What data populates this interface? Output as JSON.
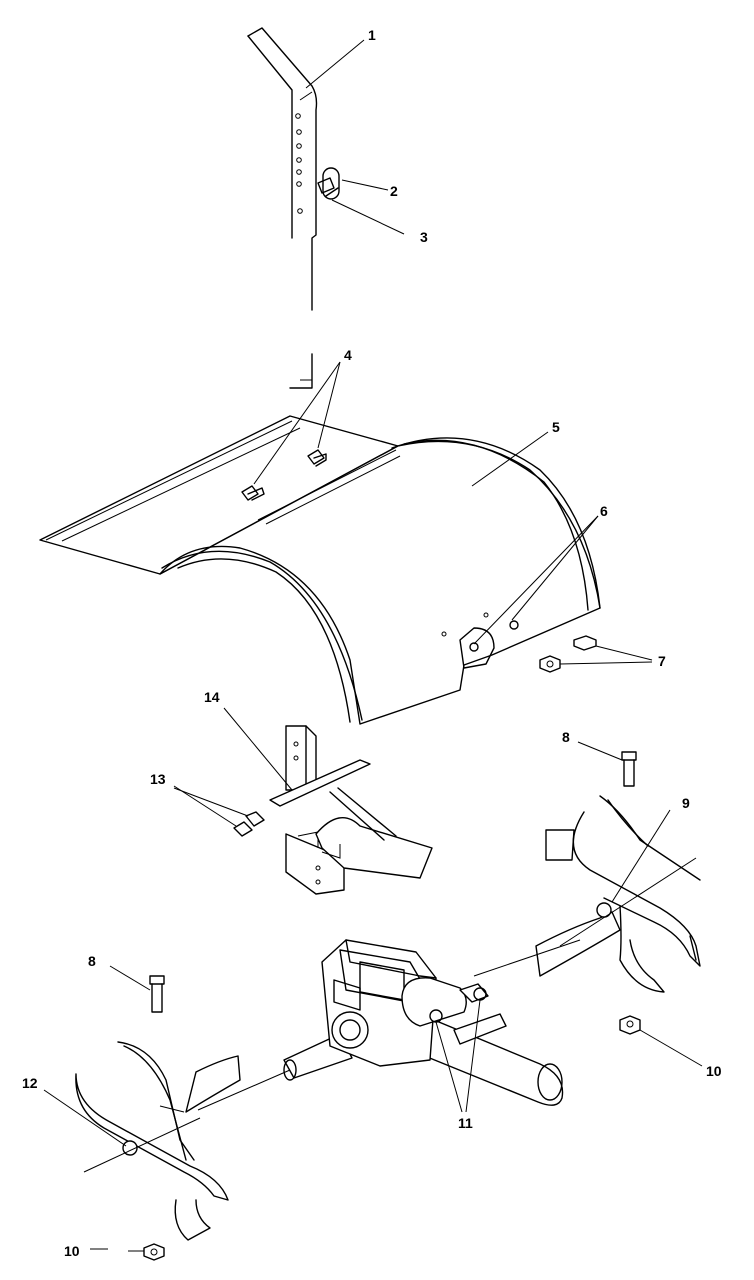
{
  "callouts": {
    "c1": "1",
    "c2": "2",
    "c3": "3",
    "c4": "4",
    "c5": "5",
    "c6": "6",
    "c7": "7",
    "c8a": "8",
    "c8b": "8",
    "c9": "9",
    "c10a": "10",
    "c10b": "10",
    "c11": "11",
    "c12": "12",
    "c13": "13",
    "c14": "14"
  },
  "colors": {
    "line": "#000000",
    "background": "#ffffff"
  }
}
